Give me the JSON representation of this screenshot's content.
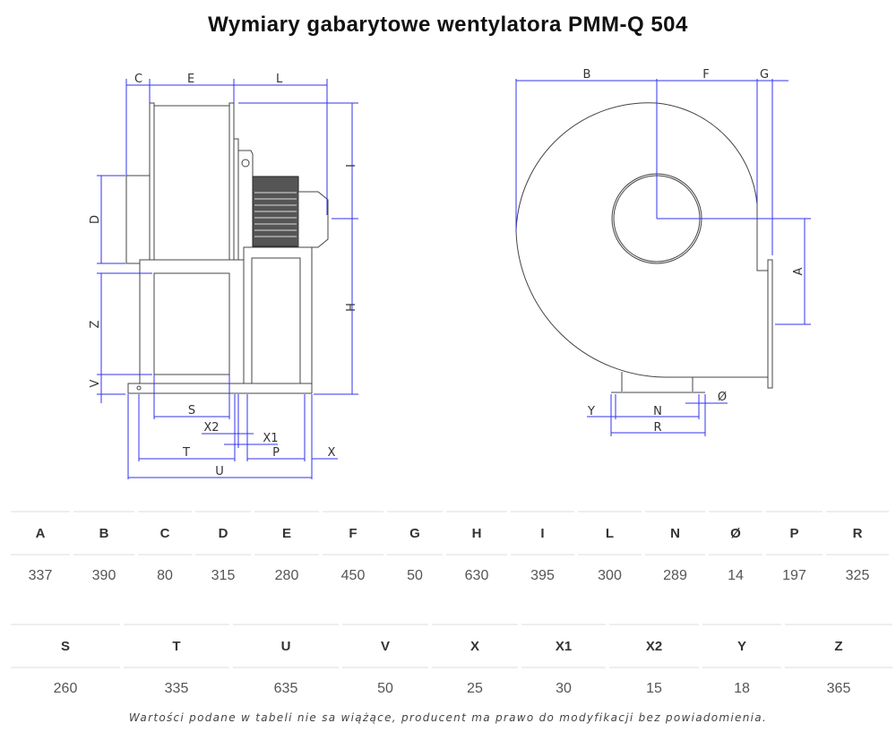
{
  "title": "Wymiary gabarytowe wentylatora PMM-Q 504",
  "drawing_labels": {
    "C": "C",
    "E": "E",
    "L": "L",
    "I": "I",
    "H": "H",
    "D": "D",
    "Z": "Z",
    "V": "V",
    "S": "S",
    "X2": "X2",
    "X1": "X1",
    "T": "T",
    "P": "P",
    "X": "X",
    "U": "U",
    "B": "B",
    "F": "F",
    "G": "G",
    "A": "A",
    "Y": "Y",
    "N": "N",
    "R": "R",
    "diam": "Ø"
  },
  "table1": {
    "headers": [
      "A",
      "B",
      "C",
      "D",
      "E",
      "F",
      "G",
      "H",
      "I",
      "L",
      "N",
      "Ø",
      "P",
      "R"
    ],
    "values": [
      "337",
      "390",
      "80",
      "315",
      "280",
      "450",
      "50",
      "630",
      "395",
      "300",
      "289",
      "14",
      "197",
      "325"
    ]
  },
  "table2": {
    "headers": [
      "S",
      "T",
      "U",
      "V",
      "X",
      "X1",
      "X2",
      "Y",
      "Z"
    ],
    "values": [
      "260",
      "335",
      "635",
      "50",
      "25",
      "30",
      "15",
      "18",
      "365"
    ]
  },
  "note": "Wartości podane w tabeli nie sa wiążące, producent ma prawo do modyfikacji bez powiadomienia.",
  "colors": {
    "dimension": "#3333ee",
    "outline": "#444444"
  }
}
